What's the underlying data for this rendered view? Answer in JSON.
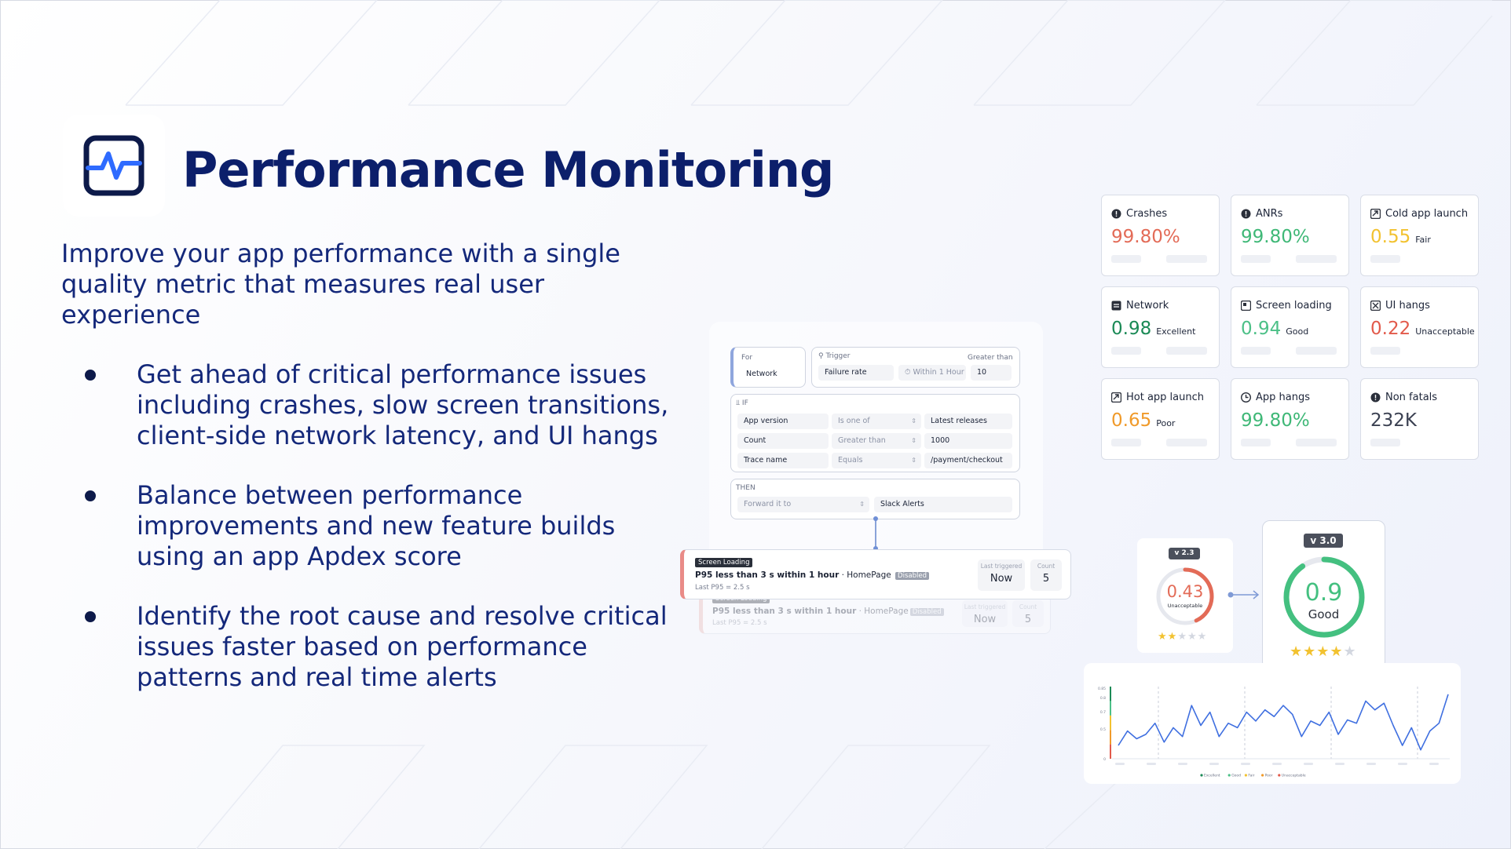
{
  "header": {
    "title": "Performance Monitoring",
    "logo_icon": "pulse-icon"
  },
  "intro": "Improve your app performance with a single quality metric that measures real user experience",
  "bullets": [
    "Get ahead of critical performance issues including crashes, slow screen transitions, client-side network latency, and UI hangs",
    "Balance between performance improvements and new feature builds using an app Apdex score",
    "Identify the root cause and resolve critical issues faster based on performance patterns and real time alerts"
  ],
  "workflow": {
    "for": {
      "label": "For",
      "value": "Network"
    },
    "trigger": {
      "label": "Trigger",
      "field": "Failure rate",
      "window": "Within 1 Hour",
      "threshold_label": "Greater than",
      "threshold": "10"
    },
    "if": {
      "label": "IF",
      "rows": [
        {
          "field": "App version",
          "op": "Is one of",
          "value": "Latest releases"
        },
        {
          "field": "Count",
          "op": "Greater than",
          "value": "1000"
        },
        {
          "field": "Trace name",
          "op": "Equals",
          "value": "/payment/checkout"
        }
      ]
    },
    "then": {
      "label": "THEN",
      "action": "Forward it to",
      "target": "Slack Alerts"
    }
  },
  "alert": {
    "tag": "Screen Loading",
    "title_bold": "P95 less than 3 s within 1 hour",
    "title_rest": " · HomePage",
    "status": "Disabled",
    "sub": "Last P95 = 2.5 s",
    "last_triggered_label": "Last triggered",
    "last_triggered": "Now",
    "count_label": "Count",
    "count": "5"
  },
  "metrics": [
    {
      "name": "Crashes",
      "value": "99.80%",
      "tag": "",
      "icon": "alert-circle-icon",
      "color": "#e36b57"
    },
    {
      "name": "ANRs",
      "value": "99.80%",
      "tag": "",
      "icon": "alert-circle-icon",
      "color": "#3fb877"
    },
    {
      "name": "Cold app launch",
      "value": "0.55",
      "tag": "Fair",
      "icon": "app-launch-icon",
      "color": "#f2c230"
    },
    {
      "name": "Network",
      "value": "0.98",
      "tag": "Excellent",
      "icon": "network-icon",
      "color": "#1b8a56"
    },
    {
      "name": "Screen loading",
      "value": "0.94",
      "tag": "Good",
      "icon": "screen-icon",
      "color": "#4cc087"
    },
    {
      "name": "UI hangs",
      "value": "0.22",
      "tag": "Unacceptable",
      "icon": "hang-icon",
      "color": "#e25a4b"
    },
    {
      "name": "Hot app launch",
      "value": "0.65",
      "tag": "Poor",
      "icon": "app-launch-icon",
      "color": "#f09a2a"
    },
    {
      "name": "App hangs",
      "value": "99.80%",
      "tag": "",
      "icon": "clock-icon",
      "color": "#3fb877"
    },
    {
      "name": "Non fatals",
      "value": "232K",
      "tag": "",
      "icon": "alert-circle-icon",
      "color": "#3b4152"
    }
  ],
  "apdex": {
    "old": {
      "version": "v 2.3",
      "score": "0.43",
      "label": "Unacceptable",
      "stars": 2,
      "color": "#e36b57"
    },
    "new": {
      "version": "v 3.0",
      "score": "0.9",
      "label": "Good",
      "stars": 4,
      "color": "#44c080"
    }
  },
  "chart_data": {
    "type": "line",
    "series": [
      {
        "values": [
          0.42,
          0.55,
          0.48,
          0.52,
          0.62,
          0.45,
          0.58,
          0.5,
          0.78,
          0.6,
          0.72,
          0.5,
          0.62,
          0.58,
          0.72,
          0.64,
          0.74,
          0.68,
          0.78,
          0.7,
          0.5,
          0.64,
          0.6,
          0.72,
          0.52,
          0.65,
          0.62,
          0.82,
          0.74,
          0.8,
          0.6,
          0.42,
          0.58,
          0.38,
          0.55,
          0.62,
          0.88
        ]
      }
    ],
    "yticks": [
      "0.85",
      "0.8",
      "0.7",
      "0.5",
      "0"
    ],
    "legend": [
      "Excellent",
      "Good",
      "Fair",
      "Poor",
      "Unacceptable"
    ],
    "legend_colors": [
      "#1b8a56",
      "#4cc087",
      "#f2c230",
      "#f09a2a",
      "#e25a4b"
    ]
  }
}
